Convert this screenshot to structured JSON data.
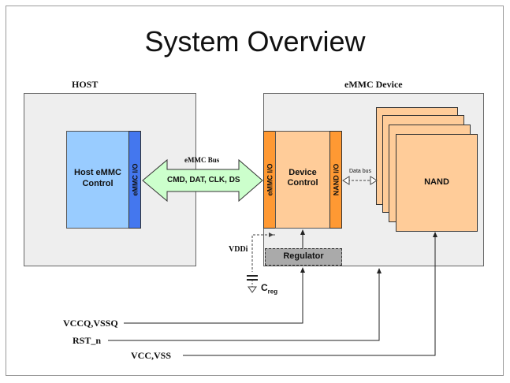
{
  "title": "System Overview",
  "host": {
    "label": "HOST",
    "control_label_line1": "Host eMMC",
    "control_label_line2": "Control",
    "io_label": "eMMC I/O"
  },
  "device": {
    "label": "eMMC Device",
    "io_left_label": "eMMC I/O",
    "io_right_label": "NAND I/O",
    "control_label_line1": "Device",
    "control_label_line2": "Control",
    "nand_label": "NAND",
    "regulator_label": "Regulator"
  },
  "bus": {
    "label": "eMMC Bus",
    "signals": "CMD, DAT, CLK, DS",
    "data_bus_label": "Data bus"
  },
  "power": {
    "vdd_label": "VDDi",
    "creg_label": "C",
    "creg_sub": "reg"
  },
  "signals": {
    "vccq": "VCCQ,VSSQ",
    "rst": "RST_n",
    "vcc": "VCC,VSS"
  },
  "colors": {
    "host_control_fill": "#99ccff",
    "host_io_fill": "#4477ee",
    "device_control_fill": "#ffcc99",
    "device_io_fill": "#ff9933",
    "nand_fill": "#ffcc99",
    "bus_arrow_fill": "#ccffcc",
    "regulator_fill": "#aaaaaa"
  }
}
